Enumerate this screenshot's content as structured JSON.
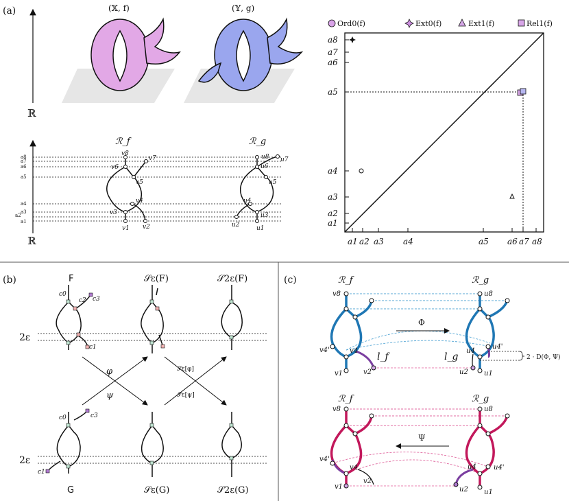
{
  "panel_a": {
    "tag": "(a)",
    "space_x_label": "(𝕏, f)",
    "space_y_label": "(𝕐, g)",
    "real_axis": "ℝ",
    "graph_f_title": "ℛ_f",
    "graph_g_title": "ℛ_g",
    "levels": [
      "a8",
      "a7",
      "a6",
      "a5",
      "a4",
      "a3",
      "a2",
      "a1"
    ],
    "graph_f_vertices": [
      "v8",
      "v7",
      "v6",
      "v5",
      "v4",
      "v3",
      "v2",
      "v1"
    ],
    "graph_g_vertices": [
      "u8",
      "u7",
      "u6",
      "u5",
      "u4",
      "u3",
      "u2",
      "u1"
    ]
  },
  "persistence": {
    "legend": [
      "Ord0(f)",
      "Ext0(f)",
      "Ext1(f)",
      "Rel1(f)"
    ],
    "colors": {
      "ord": "#d9a3e8",
      "ext0": "#cc8fe0",
      "ext1": "#d4a7e6",
      "rel": "#d8a6e8"
    },
    "y_ticks": [
      "a8",
      "a7",
      "a6",
      "a5",
      "a4",
      "a3",
      "a2",
      "a1"
    ],
    "x_ticks": [
      "a1",
      "a2",
      "a3",
      "a4",
      "a5",
      "a6",
      "a7",
      "a8"
    ]
  },
  "panel_b": {
    "tag": "(b)",
    "top_labels": [
      "F",
      "𝒮ε(F)",
      "𝒮2ε(F)"
    ],
    "bottom_labels": [
      "G",
      "𝒮ε(G)",
      "𝒮2ε(G)"
    ],
    "eps_label": "2ε",
    "map_phi": "φ",
    "map_psi": "ψ",
    "smooth_phi": "𝒮ε[φ]",
    "smooth_psi": "𝒮ε[ψ]",
    "node_labels": [
      "c0",
      "c2",
      "c3",
      "c1"
    ]
  },
  "panel_c": {
    "tag": "(c)",
    "graph_f_title": "ℛ_f",
    "graph_g_title": "ℛ_g",
    "map_Phi": "Φ",
    "map_Psi": "Ψ",
    "l_f": "l_f",
    "l_g": "l_g",
    "distance_label": "2 · D(Φ, Ψ)",
    "vertex_labels_f": [
      "v8",
      "v4'",
      "v4",
      "v2",
      "v1"
    ],
    "vertex_labels_g": [
      "u8",
      "u4'",
      "u4",
      "u2",
      "u1"
    ],
    "colors": {
      "phi": "#1f77b4",
      "psi": "#c2185b",
      "purple": "#7b3fa0"
    }
  }
}
